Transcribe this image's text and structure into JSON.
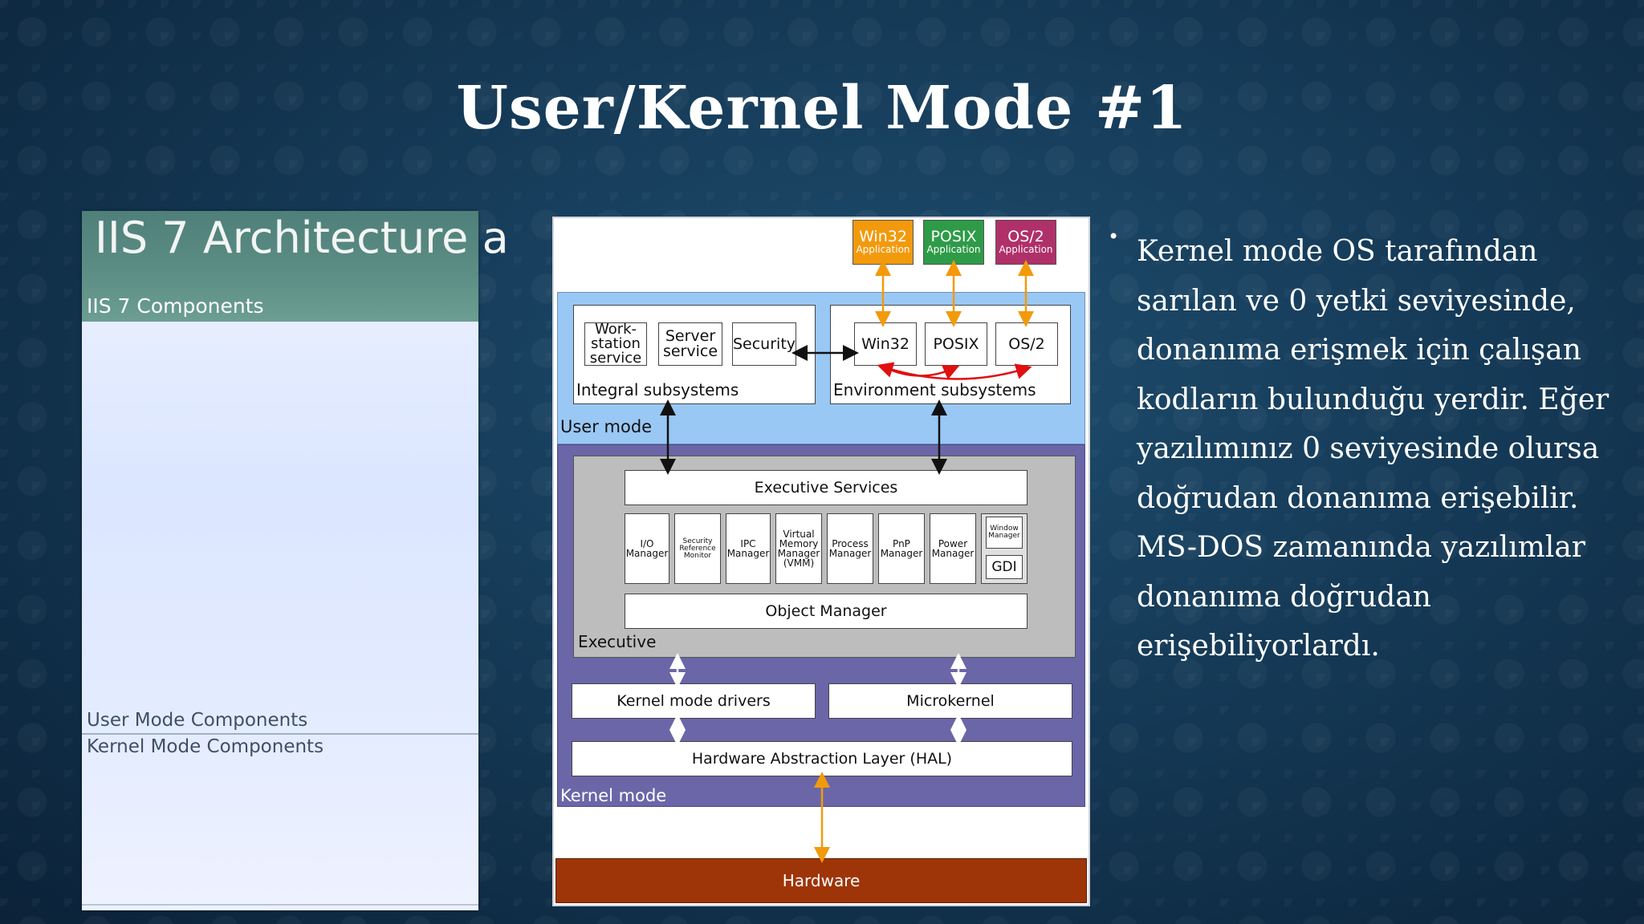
{
  "slide": {
    "title": "User/Kernel Mode #1"
  },
  "left_panel": {
    "title": "IIS 7 Architecture a",
    "subtitle": "IIS 7 Components",
    "user_mode_label": "User Mode Components",
    "kernel_mode_label": "Kernel Mode Components"
  },
  "diagram": {
    "apps": {
      "win32": {
        "name": "Win32",
        "sub": "Application",
        "color": "#f29a0c"
      },
      "posix": {
        "name": "POSIX",
        "sub": "Application",
        "color": "#2e9b48"
      },
      "os2": {
        "name": "OS/2",
        "sub": "Application",
        "color": "#b0306a"
      }
    },
    "integral": {
      "workstation": "Work-\nstation\nservice",
      "server": "Server\nservice",
      "security": "Security",
      "label": "Integral subsystems"
    },
    "environment": {
      "win32": "Win32",
      "posix": "POSIX",
      "os2": "OS/2",
      "label": "Environment subsystems"
    },
    "user_mode_label": "User mode",
    "executive": {
      "services": "Executive Services",
      "io": "I/O\nManager",
      "srm": "Security\nReference\nMonitor",
      "ipc": "IPC\nManager",
      "vmm": "Virtual\nMemory\nManager\n(VMM)",
      "process": "Process\nManager",
      "pnp": "PnP\nManager",
      "power": "Power\nManager",
      "window": "Window\nManager",
      "gdi": "GDI",
      "object": "Object Manager",
      "label": "Executive"
    },
    "kernel_drivers": "Kernel mode drivers",
    "microkernel": "Microkernel",
    "hal": "Hardware Abstraction Layer (HAL)",
    "kernel_mode_label": "Kernel mode",
    "hardware": "Hardware",
    "colors": {
      "user_region": "#99c8f5",
      "kernel_region": "#6a66a8",
      "executive_region": "#bdbdbd",
      "hardware": "#9e3508",
      "orange_arrow": "#f29a0c",
      "red_arrow": "#e01010"
    }
  },
  "text": {
    "bullet_symbol": "•",
    "body": "Kernel mode OS tarafından sarılan ve 0 yetki seviyesinde, donanıma erişmek için çalışan kodların bulunduğu yerdir. Eğer yazılımınız 0 seviyesinde olursa doğrudan donanıma erişebilir. MS-DOS zamanında yazılımlar donanıma doğrudan erişebiliyorlardı."
  }
}
